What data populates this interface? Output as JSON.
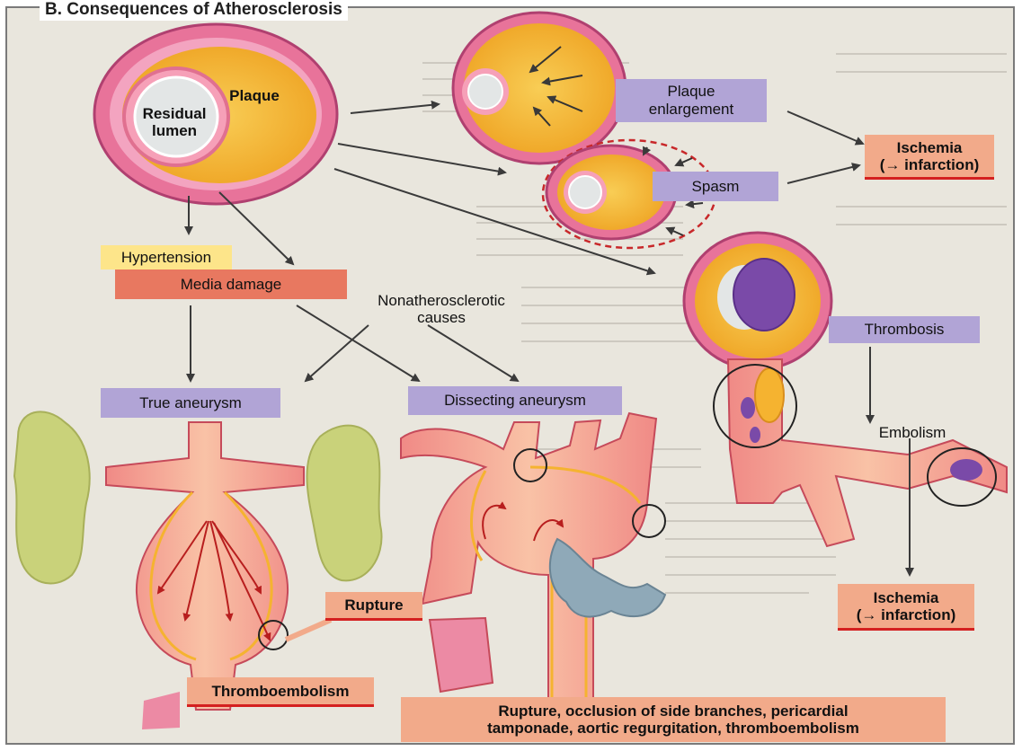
{
  "title": "B. Consequences of Atherosclerosis",
  "labels": {
    "plaque": "Plaque",
    "residual_lumen": "Residual\nlumen",
    "plaque_enlargement": "Plaque\nenlargement",
    "spasm": "Spasm",
    "ischemia_top": "Ischemia\n(→ infarction)",
    "hypertension": "Hypertension",
    "media_damage": "Media damage",
    "nonatherosclerotic": "Nonatherosclerotic\ncauses",
    "thrombosis": "Thrombosis",
    "true_aneurysm": "True aneurysm",
    "dissecting_aneurysm": "Dissecting aneurysm",
    "embolism": "Embolism",
    "rupture": "Rupture",
    "ischemia_bottom": "Ischemia\n(→ infarction)",
    "thromboembolism": "Thromboembolism",
    "complications": "Rupture, occlusion of side branches, pericardial\ntamponade, aortic regurgitation, thromboembolism"
  },
  "colors": {
    "label_purple": "#b1a4d6",
    "label_salmon": "#f2aa8a",
    "label_media": "#e87860",
    "label_yellow": "#fde58a",
    "underline_red": "#d42020",
    "vessel_wall": "#e8739a",
    "plaque": "#f5b330",
    "thrombus": "#7a4aa8",
    "kidney": "#c9d27a"
  }
}
